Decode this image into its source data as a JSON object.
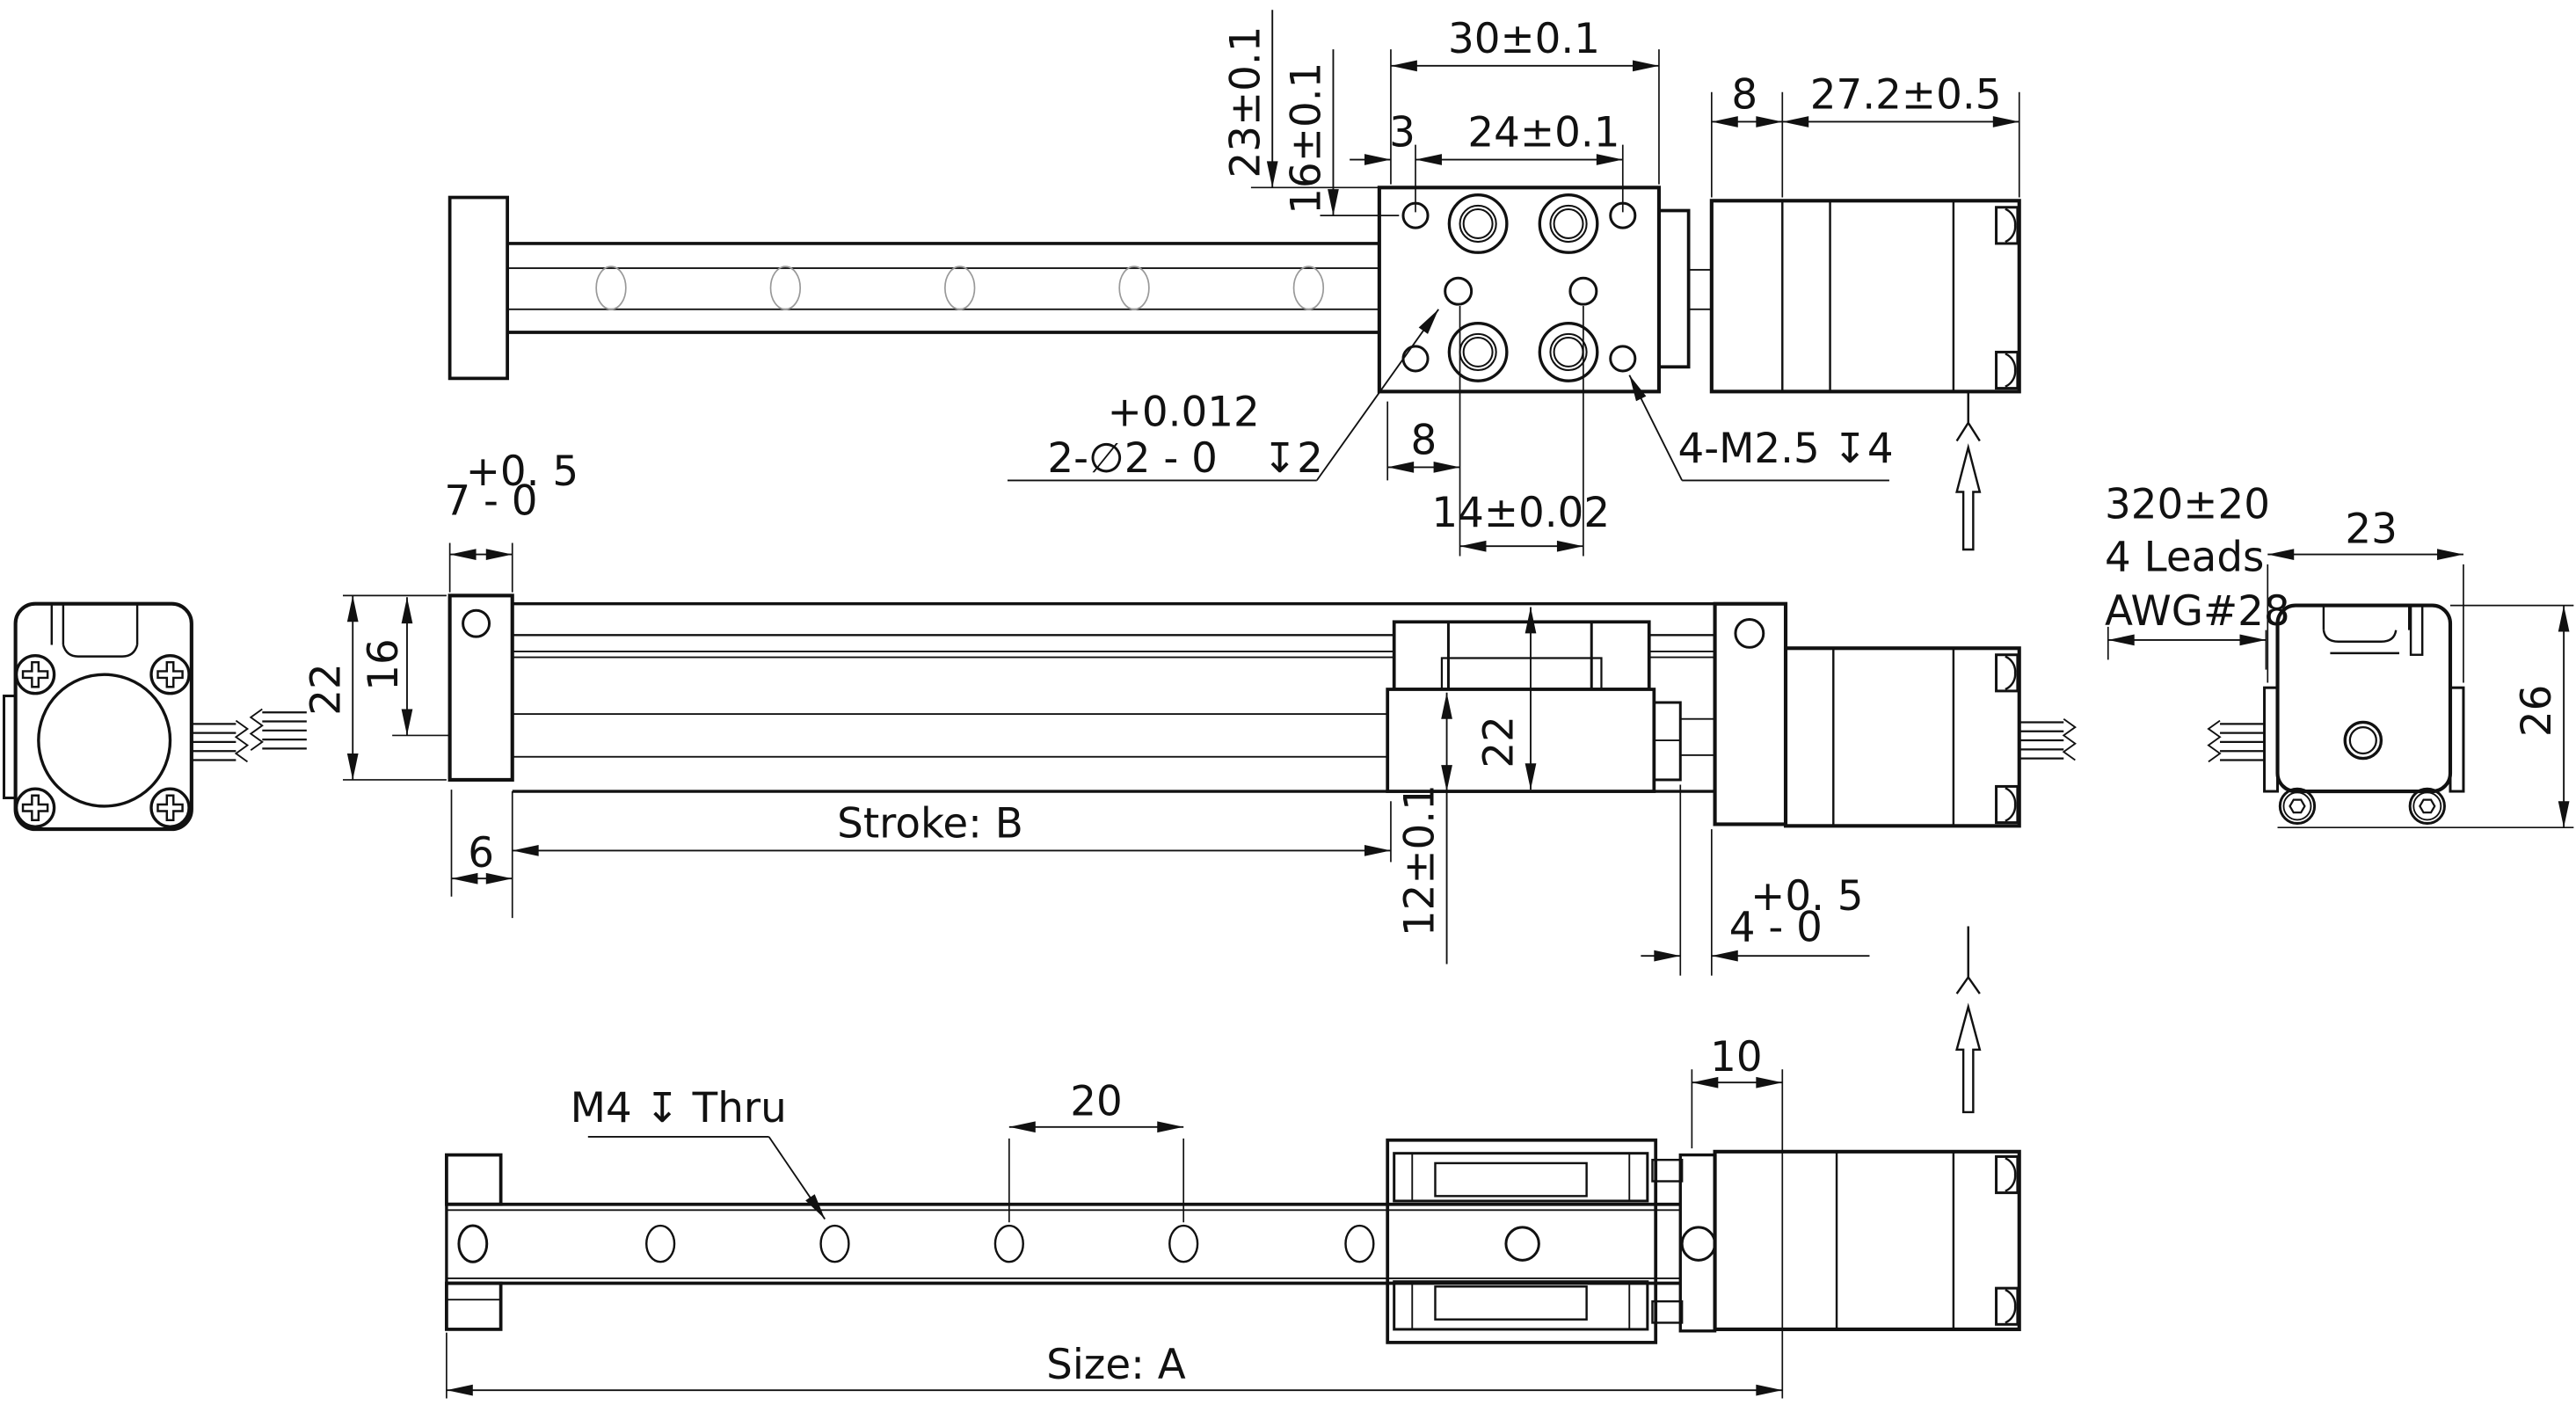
{
  "top_view": {
    "dim_rail_width": "23±0.1",
    "dim_hole_rows": "16±0.1",
    "dim_block_length": "30±0.1",
    "dim_edge_offset": "3",
    "dim_hole_span": "24±0.1",
    "dim_motor_flange": "8",
    "dim_motor_body": "27.2±0.5",
    "pin_callout_tol": "+0.012",
    "pin_callout": "2-∅2 - 0",
    "pin_callout_depth": "↧2",
    "dim_pin_offset": "8",
    "dim_pin_span": "14±0.02",
    "thread_callout": "4-M2.5 ↧4"
  },
  "side_view": {
    "tol7_upper": "+0. 5",
    "tol7_base": "7 - 0",
    "dim_block_height": "22",
    "dim_screw_height": "16",
    "dim_foot": "6",
    "stroke_label": "Stroke: B",
    "dim_carriage_height": "22",
    "dim_nut_height": "12±0.1",
    "tol4_upper": "+0. 5",
    "tol4_base": "4 - 0"
  },
  "motor_view": {
    "wire_note_line1": "320±20",
    "wire_note_line2": "4 Leads",
    "wire_note_line3": "AWG#28",
    "dim_motor_width": "23",
    "dim_motor_height": "26"
  },
  "bottom_view": {
    "thread_callout": "M4 ↧ Thru",
    "dim_hole_pitch": "20",
    "dim_motor_offset": "10",
    "size_label": "Size: A"
  }
}
